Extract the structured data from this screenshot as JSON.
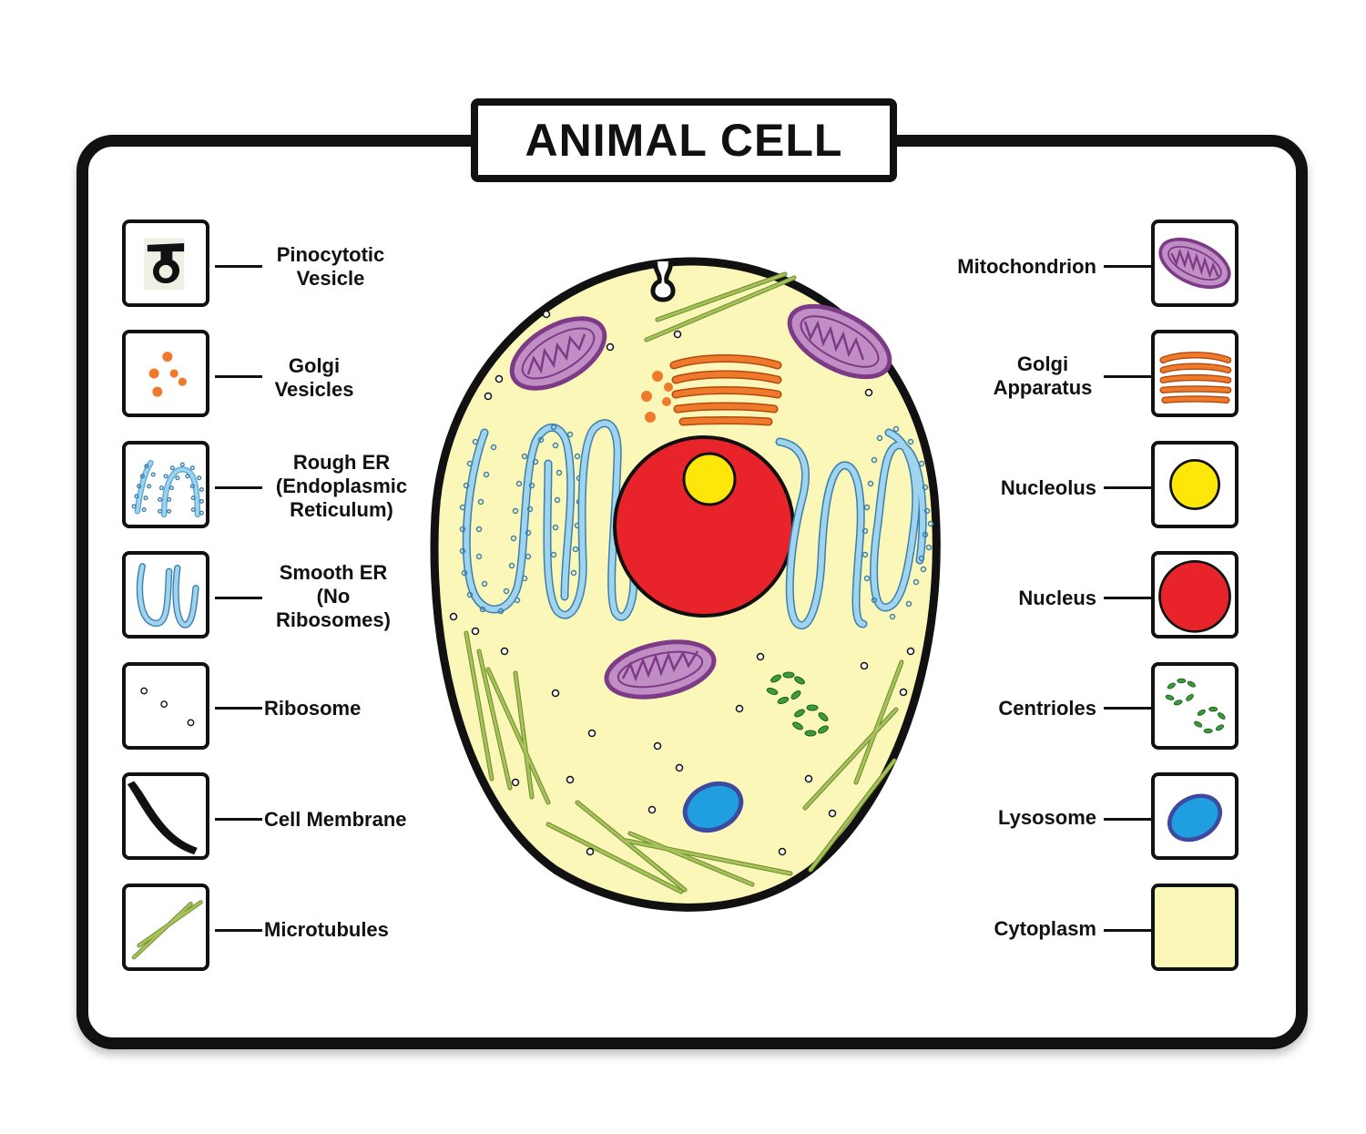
{
  "title": "ANIMAL CELL",
  "colors": {
    "cytoplasm": "#fbf7b8",
    "nucleus": "#e8232a",
    "nucleolus": "#fde70a",
    "mitochondrion_fill": "#c08ec4",
    "mitochondrion_outline": "#7d3a86",
    "golgi": "#f07a2c",
    "er": "#9fd3ee",
    "lysosome": "#1f9ee0",
    "microtubule": "#a6c25a",
    "centriole": "#3c9b3a",
    "outline": "#111111"
  },
  "legend_left": [
    {
      "lines": [
        "Pinocytotic",
        "Vesicle"
      ],
      "icon": "pinocytotic-vesicle-icon"
    },
    {
      "lines": [
        "Golgi",
        "Vesicles"
      ],
      "icon": "golgi-vesicles-icon"
    },
    {
      "lines": [
        "Rough ER",
        "(Endoplasmic",
        "Reticulum)"
      ],
      "icon": "rough-er-icon"
    },
    {
      "lines": [
        "Smooth ER",
        "(No",
        "Ribosomes)"
      ],
      "icon": "smooth-er-icon"
    },
    {
      "lines": [
        "Ribosome"
      ],
      "icon": "ribosome-icon"
    },
    {
      "lines": [
        "Cell Membrane"
      ],
      "icon": "cell-membrane-icon"
    },
    {
      "lines": [
        "Microtubules"
      ],
      "icon": "microtubules-icon"
    }
  ],
  "legend_right": [
    {
      "lines": [
        "Mitochondrion"
      ],
      "icon": "mitochondrion-icon"
    },
    {
      "lines": [
        "Golgi",
        "Apparatus"
      ],
      "icon": "golgi-apparatus-icon"
    },
    {
      "lines": [
        "Nucleolus"
      ],
      "icon": "nucleolus-icon"
    },
    {
      "lines": [
        "Nucleus"
      ],
      "icon": "nucleus-icon"
    },
    {
      "lines": [
        "Centrioles"
      ],
      "icon": "centrioles-icon"
    },
    {
      "lines": [
        "Lysosome"
      ],
      "icon": "lysosome-icon"
    },
    {
      "lines": [
        "Cytoplasm"
      ],
      "icon": "cytoplasm-icon"
    }
  ]
}
